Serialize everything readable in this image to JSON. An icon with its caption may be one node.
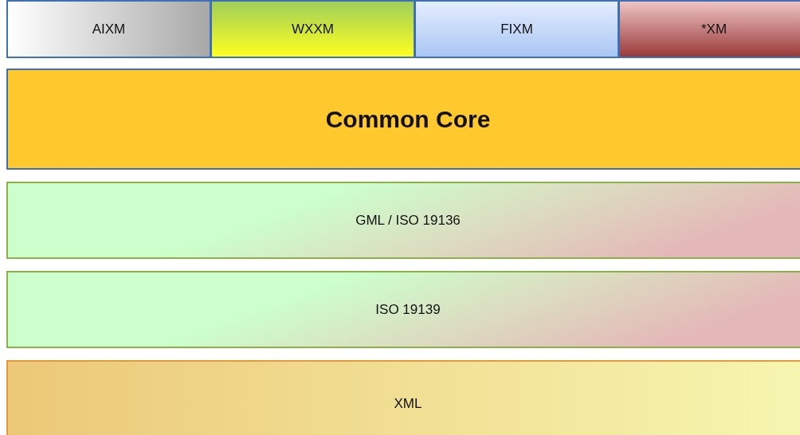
{
  "diagram": {
    "nodes": [
      {
        "text": [
          "AIXM"
        ]
      },
      {
        "text": [
          "WXXM"
        ]
      },
      {
        "text": [
          "FIXM"
        ]
      },
      {
        "text": [
          "*XM"
        ]
      },
      {
        "text": [
          "Common Core"
        ]
      },
      {
        "text": [
          "GML / ISO 19136"
        ]
      },
      {
        "text": [
          "ISO 19139"
        ]
      },
      {
        "text": [
          "XML"
        ]
      }
    ]
  }
}
